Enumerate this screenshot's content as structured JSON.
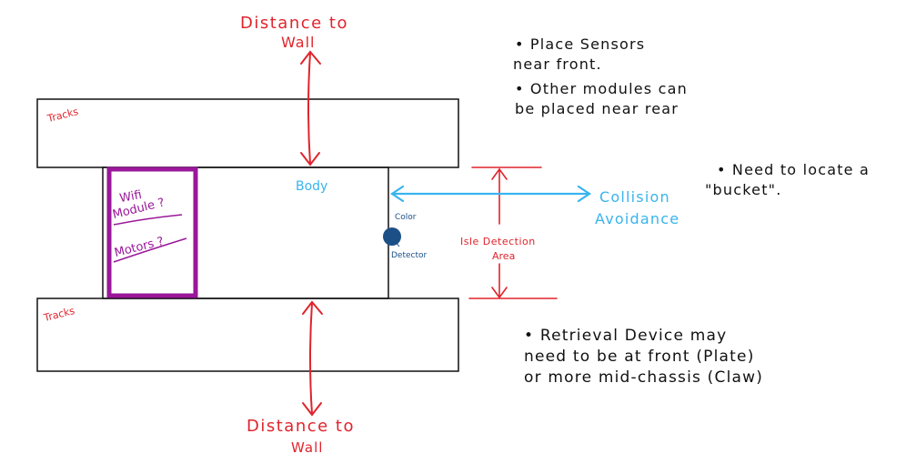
{
  "labels": {
    "distance_top": [
      "Distance to",
      "Wall"
    ],
    "distance_bottom": [
      "Distance to",
      "Wall"
    ],
    "tracks_top": "Tracks",
    "tracks_bottom": "Tracks",
    "body": "Body",
    "module_box": [
      "Wifi",
      "Module ?",
      "Motors ?"
    ],
    "color_detector_top": "Color",
    "color_detector_bottom": "Detector",
    "collision": [
      "Collision",
      "Avoidance"
    ],
    "isle_detection": [
      "Isle Detection",
      "Area"
    ]
  },
  "notes": {
    "top": [
      "• Place Sensors",
      "near front.",
      "• Other modules can",
      "be placed near rear"
    ],
    "right": [
      "• Need to locate a",
      "\"bucket\"."
    ],
    "bottom": [
      "• Retrieval Device may",
      "need to be at front (Plate)",
      "or more mid-chassis (Claw)"
    ]
  },
  "colors": {
    "red": "#e0242c",
    "blue": "#38b4ee",
    "navy": "#1c4f86",
    "purple": "#9a179a",
    "black": "#111111"
  }
}
